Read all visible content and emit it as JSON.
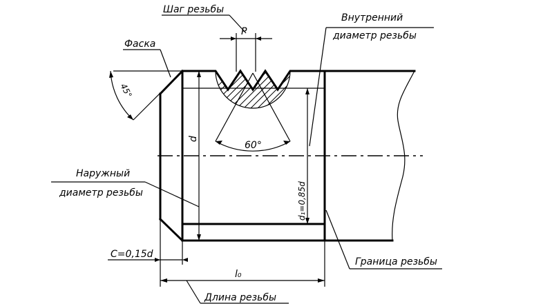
{
  "labels": {
    "thread_pitch": "Шаг резьбы",
    "pitch_symbol": "P",
    "inner_diameter_line1": "Внутренний",
    "inner_diameter_line2": "диаметр резьбы",
    "chamfer": "Фаска",
    "chamfer_angle": "45°",
    "thread_angle": "60°",
    "outer_diameter_symbol": "d",
    "inner_diameter_formula": "d₁=0,85d",
    "outer_diameter_line1": "Наружный",
    "outer_diameter_line2": "диаметр резьбы",
    "chamfer_size": "C=0,15d",
    "thread_length_symbol": "l₀",
    "thread_boundary": "Граница резьбы",
    "thread_length": "Длина резьбы"
  }
}
